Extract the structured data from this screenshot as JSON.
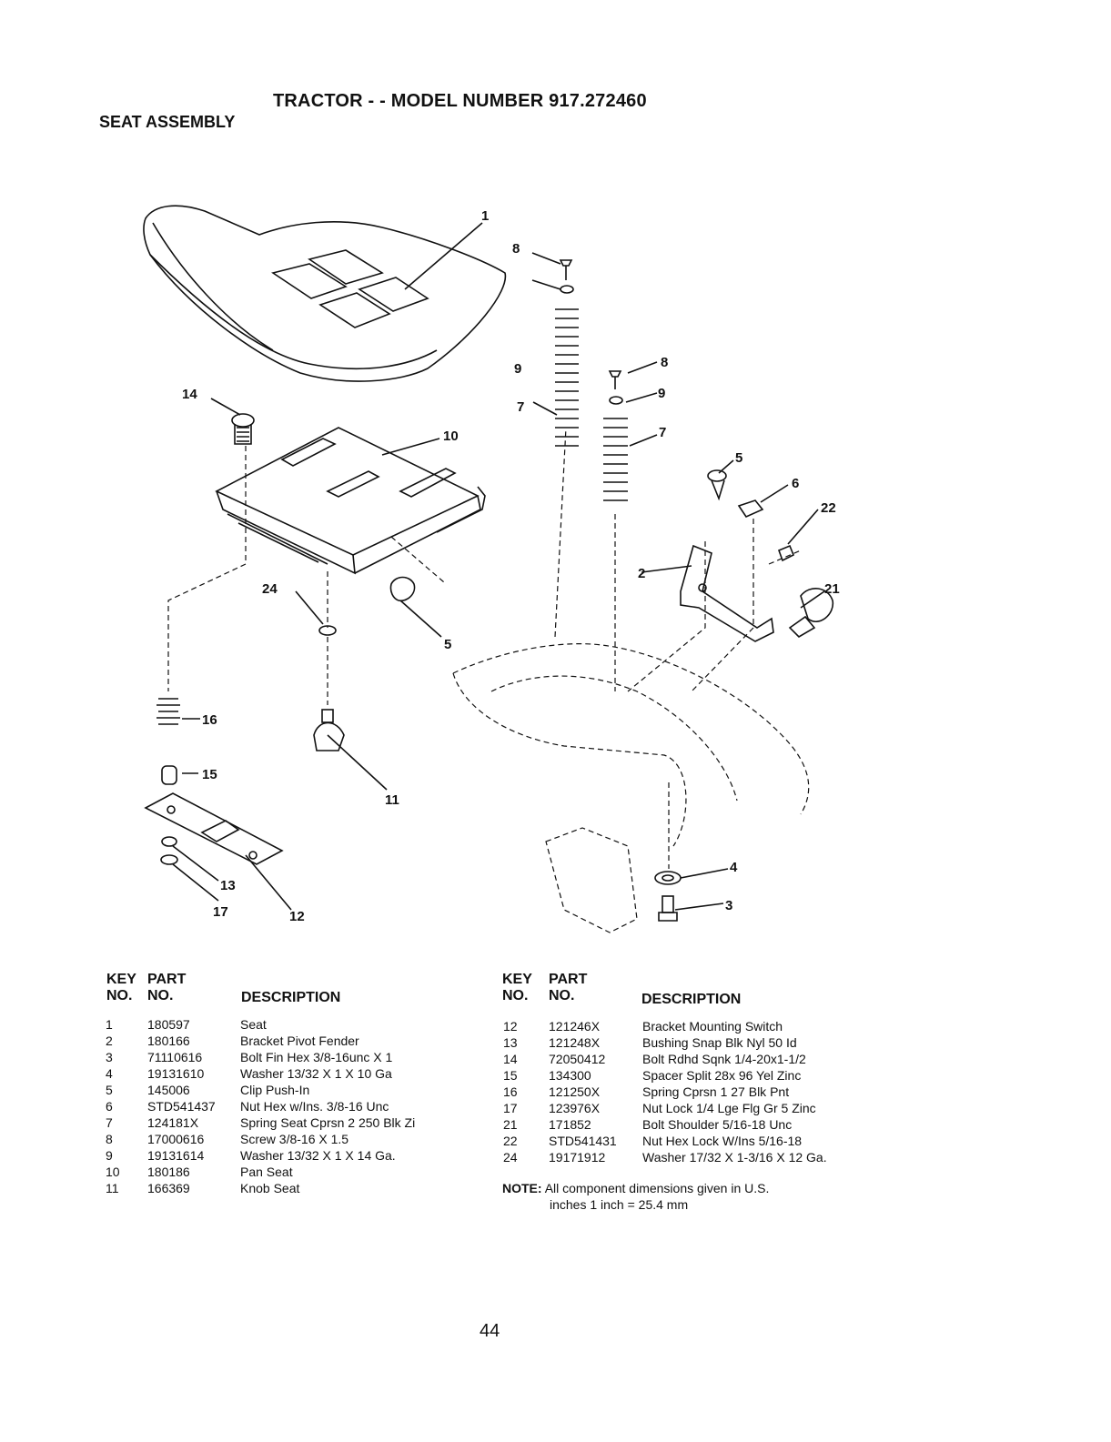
{
  "title": "TRACTOR - - MODEL NUMBER 917.272460",
  "subtitle": "SEAT ASSEMBLY",
  "callouts": [
    "1",
    "2",
    "3",
    "4",
    "5",
    "5",
    "6",
    "7",
    "7",
    "8",
    "8",
    "9",
    "9",
    "10",
    "11",
    "12",
    "13",
    "14",
    "15",
    "16",
    "17",
    "21",
    "22",
    "24"
  ],
  "headers": {
    "key_line1": "KEY",
    "key_line2": "NO.",
    "part_line1": "PART",
    "part_line2": "NO.",
    "description": "DESCRIPTION"
  },
  "parts_left": [
    {
      "key": "1",
      "part": "180597",
      "desc": "Seat"
    },
    {
      "key": "2",
      "part": "180166",
      "desc": "Bracket Pivot Fender"
    },
    {
      "key": "3",
      "part": "71110616",
      "desc": "Bolt Fin Hex 3/8-16unc X 1"
    },
    {
      "key": "4",
      "part": "19131610",
      "desc": "Washer 13/32 X 1 X 10 Ga"
    },
    {
      "key": "5",
      "part": "145006",
      "desc": "Clip Push-In"
    },
    {
      "key": "6",
      "part": "STD541437",
      "desc": "Nut Hex w/Ins. 3/8-16 Unc"
    },
    {
      "key": "7",
      "part": "124181X",
      "desc": "Spring Seat Cprsn 2 250 Blk Zi"
    },
    {
      "key": "8",
      "part": "17000616",
      "desc": "Screw 3/8-16 X 1.5"
    },
    {
      "key": "9",
      "part": "19131614",
      "desc": "Washer 13/32 X 1 X 14 Ga."
    },
    {
      "key": "10",
      "part": "180186",
      "desc": "Pan Seat"
    },
    {
      "key": "11",
      "part": "166369",
      "desc": "Knob Seat"
    }
  ],
  "parts_right": [
    {
      "key": "12",
      "part": "121246X",
      "desc": "Bracket Mounting Switch"
    },
    {
      "key": "13",
      "part": "121248X",
      "desc": "Bushing Snap Blk Nyl 50 Id"
    },
    {
      "key": "14",
      "part": "72050412",
      "desc": "Bolt Rdhd Sqnk 1/4-20x1-1/2"
    },
    {
      "key": "15",
      "part": "134300",
      "desc": "Spacer Split 28x 96 Yel Zinc"
    },
    {
      "key": "16",
      "part": "121250X",
      "desc": "Spring Cprsn 1 27 Blk Pnt"
    },
    {
      "key": "17",
      "part": "123976X",
      "desc": "Nut Lock 1/4 Lge Flg Gr 5 Zinc"
    },
    {
      "key": "21",
      "part": "171852",
      "desc": "Bolt Shoulder 5/16-18 Unc"
    },
    {
      "key": "22",
      "part": "STD541431",
      "desc": "Nut Hex Lock W/Ins 5/16-18"
    },
    {
      "key": "24",
      "part": "19171912",
      "desc": "Washer 17/32 X 1-3/16 X 12 Ga."
    }
  ],
  "note": {
    "label": "NOTE:",
    "line1": "All component dimensions given in U.S.",
    "line2": "inches 1 inch = 25.4 mm"
  },
  "page_number": "44"
}
